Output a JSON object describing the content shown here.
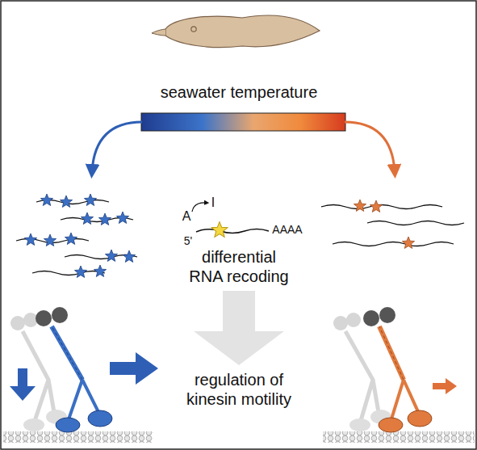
{
  "diagram": {
    "labels": [
      "seawater temperature",
      "A",
      "I",
      "5'",
      "AAAA",
      "differential RNA recoding",
      "regulation of kinesin motility"
    ]
  }
}
